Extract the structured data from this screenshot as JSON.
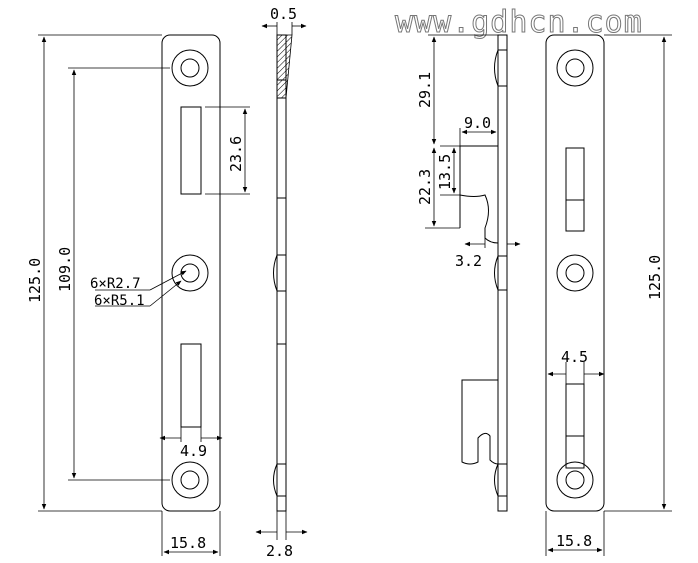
{
  "watermark": "www.gdhcn.com",
  "left_view": {
    "dims": {
      "top_thickness": "0.5",
      "slot_height": "23.6",
      "overall_length": "125.0",
      "hole_spacing": "109.0",
      "slot_width": "4.9",
      "plate_width": "15.8",
      "bottom_thickness": "2.8"
    },
    "notes": {
      "small_radius": "6×R2.7",
      "large_radius": "6×R5.1"
    }
  },
  "right_view": {
    "dims": {
      "top_offset": "29.1",
      "hook_width": "9.0",
      "hook_inner": "13.5",
      "hook_height": "22.3",
      "hook_gap": "3.2",
      "overall_length": "125.0",
      "slot_width": "4.5",
      "plate_width": "15.8"
    }
  },
  "colors": {
    "line": "#000000",
    "watermark": "#777777"
  }
}
